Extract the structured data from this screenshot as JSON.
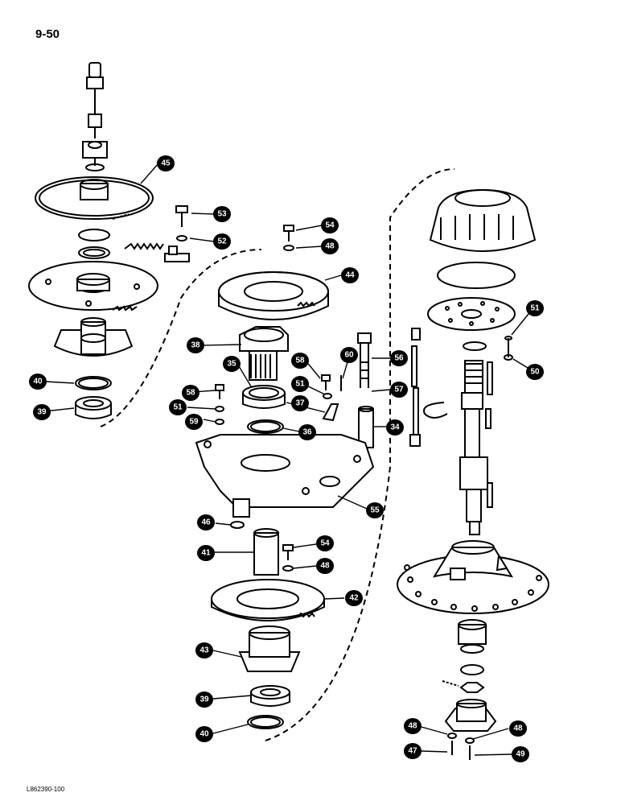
{
  "page_number": "9-50",
  "reference_code": "L862390-100",
  "callouts": [
    {
      "id": "c45",
      "label": "45"
    },
    {
      "id": "c53",
      "label": "53"
    },
    {
      "id": "c52",
      "label": "52"
    },
    {
      "id": "c54a",
      "label": "54"
    },
    {
      "id": "c48a",
      "label": "48"
    },
    {
      "id": "c44",
      "label": "44"
    },
    {
      "id": "c38",
      "label": "38"
    },
    {
      "id": "c35",
      "label": "35"
    },
    {
      "id": "c58a",
      "label": "58"
    },
    {
      "id": "c60",
      "label": "60"
    },
    {
      "id": "c56",
      "label": "56"
    },
    {
      "id": "c51a",
      "label": "51"
    },
    {
      "id": "c50",
      "label": "50"
    },
    {
      "id": "c40a",
      "label": "40"
    },
    {
      "id": "c51b",
      "label": "51"
    },
    {
      "id": "c57",
      "label": "57"
    },
    {
      "id": "c37",
      "label": "37"
    },
    {
      "id": "c58b",
      "label": "58"
    },
    {
      "id": "c39a",
      "label": "39"
    },
    {
      "id": "c51c",
      "label": "51"
    },
    {
      "id": "c36",
      "label": "36"
    },
    {
      "id": "c34",
      "label": "34"
    },
    {
      "id": "c59",
      "label": "59"
    },
    {
      "id": "c55",
      "label": "55"
    },
    {
      "id": "c46",
      "label": "46"
    },
    {
      "id": "c54b",
      "label": "54"
    },
    {
      "id": "c41",
      "label": "41"
    },
    {
      "id": "c48b",
      "label": "48"
    },
    {
      "id": "c42",
      "label": "42"
    },
    {
      "id": "c43",
      "label": "43"
    },
    {
      "id": "c39b",
      "label": "39"
    },
    {
      "id": "c40b",
      "label": "40"
    },
    {
      "id": "c48c",
      "label": "48"
    },
    {
      "id": "c48d",
      "label": "48"
    },
    {
      "id": "c47",
      "label": "47"
    },
    {
      "id": "c49",
      "label": "49"
    }
  ]
}
